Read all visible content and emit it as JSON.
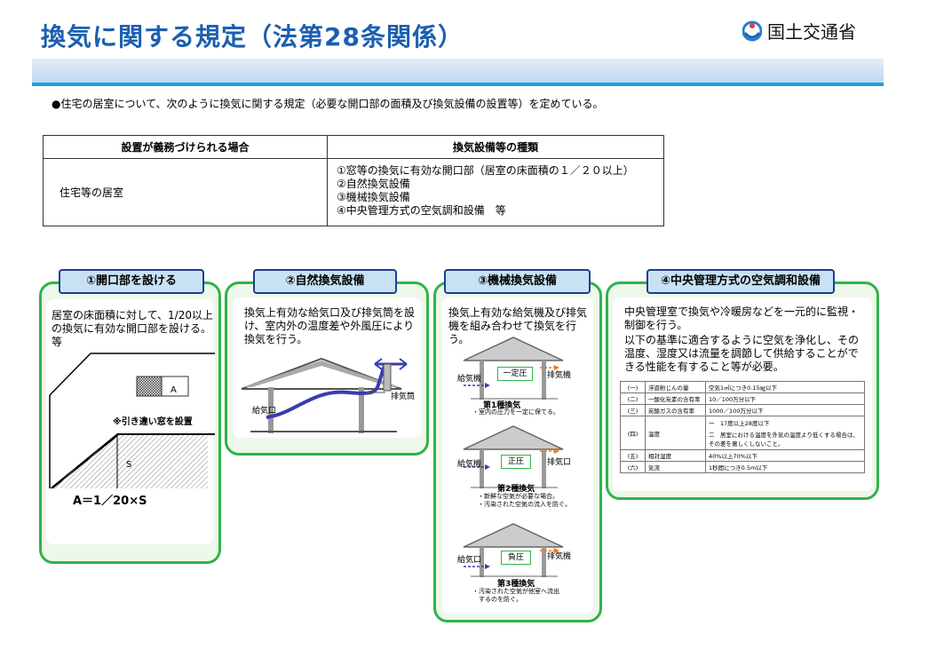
{
  "header": {
    "title": "換気に関する規定（法第28条関係）",
    "ministry": "国土交通省"
  },
  "intro": "●住宅の居室について、次のように換気に関する規定（必要な開口部の面積及び換気設備の設置等）を定めている。",
  "summary_table": {
    "col1_header": "設置が義務づけられる場合",
    "col2_header": "換気設備等の種類",
    "row_case": "住宅等の居室",
    "items": [
      "①窓等の換気に有効な開口部（居室の床面積の１／２０以上）",
      "②自然換気設備",
      "③機械換気設備",
      "④中央管理方式の空気調和設備　等"
    ]
  },
  "panel1": {
    "tab": "①開口部を設ける",
    "text": "居室の床面積に対して、1/20以上の換気に有効な開口部を設ける。 等",
    "label_a": "A",
    "note": "※引き違い窓を設置",
    "label_s": "S",
    "formula": "A＝1／20×S"
  },
  "panel2": {
    "tab": "②自然換気設備",
    "text": "換気上有効な給気口及び排気筒を設け、室内外の温度差や外風圧により換気を行う。",
    "inlet": "給気口",
    "stack": "排気筒"
  },
  "panel3": {
    "tab": "③機械換気設備",
    "text": "換気上有効な給気機及び排気機を組み合わせて換気を行う。",
    "type1": {
      "left": "給気機",
      "box": "一定圧",
      "right": "排気機",
      "name": "第1種換気",
      "desc": "・室内の圧力を一定に保てる。"
    },
    "type2": {
      "left": "給気機",
      "box": "正圧",
      "right": "排気口",
      "name": "第2種換気",
      "desc1": "・新鮮な空気が必要な場合。",
      "desc2": "・汚染された空気の流入を防ぐ。"
    },
    "type3": {
      "left": "給気口",
      "box": "負圧",
      "right": "排気機",
      "name": "第3種換気",
      "desc1": "・汚染された空気が他室へ流出",
      "desc2": "　するのを防ぐ。"
    }
  },
  "panel4": {
    "tab": "④中央管理方式の空気調和設備",
    "text1": "中央管理室で換気や冷暖房などを一元的に監視・制御を行う。",
    "text2": "以下の基準に適合するように空気を浄化し、その温度、湿度又は流量を調節して供給することができる性能を有すること等が必要。",
    "criteria": [
      {
        "no": "(一)",
        "item": "浮遊粉じんの量",
        "value": "空気1㎥につき0.15㎎以下"
      },
      {
        "no": "(二)",
        "item": "一酸化炭素の含有率",
        "value": "10／100万分以下"
      },
      {
        "no": "(三)",
        "item": "炭酸ガスの含有率",
        "value": "1000／100万分以下"
      },
      {
        "no": "(四)",
        "item": "温度",
        "value": "一　17度以上28度以下",
        "value2": "二　居室における温度を外気の温度より低くする場合は、その差を著しくしないこと。"
      },
      {
        "no": "(五)",
        "item": "相対湿度",
        "value": "40%以上70%以下"
      },
      {
        "no": "(六)",
        "item": "気流",
        "value": "1秒間につき0.5m以下"
      }
    ]
  },
  "colors": {
    "title_blue": "#1b5fb0",
    "panel_green": "#2fb34a",
    "tab_blue": "#c8e2f4",
    "arrow_blue": "#3a3cb0",
    "arrow_orange": "#f07a1a"
  }
}
